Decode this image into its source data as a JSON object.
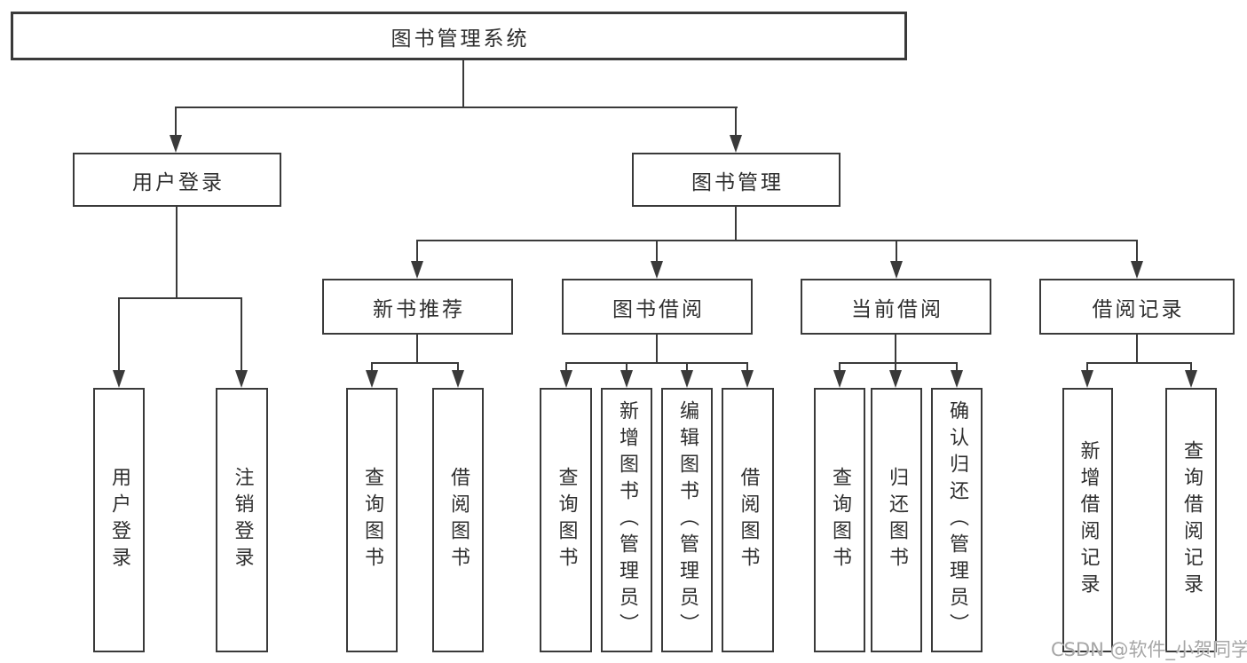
{
  "colors": {
    "line": "#3a3a3a",
    "text": "#2f2f2f",
    "watermark": "#a6a6a6",
    "background": "#ffffff"
  },
  "watermark": {
    "text": "CSDN @软件_小贺同学"
  },
  "tree": {
    "label": "图书管理系统",
    "children": [
      {
        "label": "用户登录",
        "children": [
          {
            "label": "用户登录"
          },
          {
            "label": "注销登录"
          }
        ]
      },
      {
        "label": "图书管理",
        "children": [
          {
            "label": "新书推荐",
            "children": [
              {
                "label": "查询图书"
              },
              {
                "label": "借阅图书"
              }
            ]
          },
          {
            "label": "图书借阅",
            "children": [
              {
                "label": "查询图书"
              },
              {
                "label": "新增图书（管理员）"
              },
              {
                "label": "编辑图书（管理员）"
              },
              {
                "label": "借阅图书"
              }
            ]
          },
          {
            "label": "当前借阅",
            "children": [
              {
                "label": "查询图书"
              },
              {
                "label": "归还图书"
              },
              {
                "label": "确认归还（管理员）"
              }
            ]
          },
          {
            "label": "借阅记录",
            "children": [
              {
                "label": "新增借阅记录"
              },
              {
                "label": "查询借阅记录"
              }
            ]
          }
        ]
      }
    ]
  }
}
